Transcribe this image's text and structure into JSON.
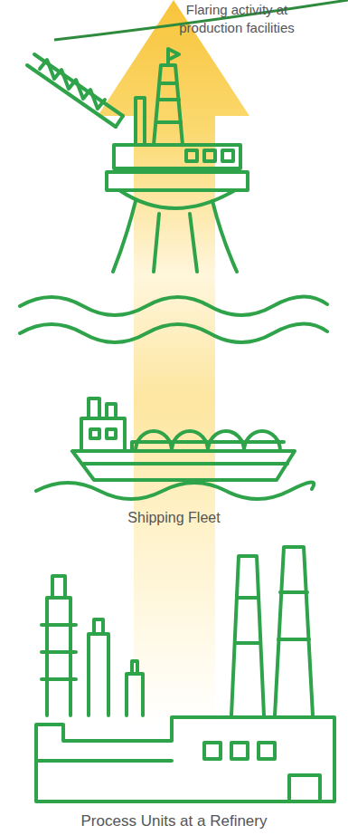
{
  "diagram": {
    "labels": [
      "Flaring activity at production facilities",
      "Shipping Fleet",
      "Process Units at a Refinery"
    ]
  }
}
